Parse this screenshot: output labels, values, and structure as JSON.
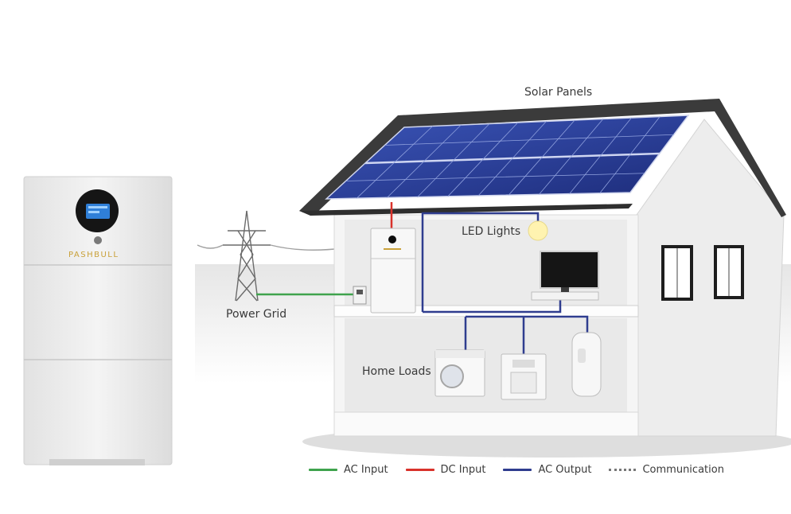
{
  "labels": {
    "solar_panels": "Solar Panels",
    "led_lights": "LED Lights",
    "power_grid": "Power Grid",
    "home_loads": "Home Loads"
  },
  "product": {
    "brand": "PASHBULL"
  },
  "legend": [
    {
      "label": "AC Input",
      "color": "#3fa34d",
      "style": "line"
    },
    {
      "label": "DC Input",
      "color": "#d9322b",
      "style": "line"
    },
    {
      "label": "AC Output",
      "color": "#2f3d8f",
      "style": "line"
    },
    {
      "label": "Communication",
      "color": "#777777",
      "style": "dotted"
    }
  ],
  "colors": {
    "ac_input": "#3fa34d",
    "dc_input": "#d9322b",
    "ac_output": "#2f3d8f",
    "roof": "#3b3b3b",
    "panel": "#2a3f9a"
  }
}
